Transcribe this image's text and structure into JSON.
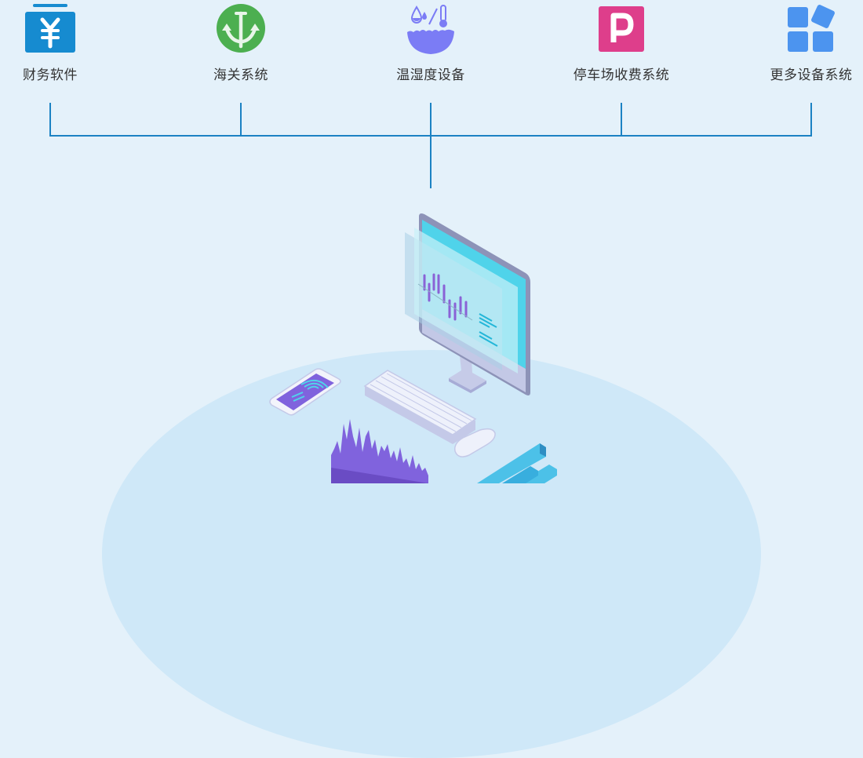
{
  "diagram": {
    "title": "",
    "nodes": [
      {
        "label": "财务软件",
        "icon": "yen-wallet-icon",
        "color": "#168bd0"
      },
      {
        "label": "海关系统",
        "icon": "anchor-icon",
        "color": "#4caf50"
      },
      {
        "label": "温湿度设备",
        "icon": "humidity-thermometer-icon",
        "color": "#7b7cf5"
      },
      {
        "label": "停车场收费系统",
        "icon": "parking-icon",
        "color": "#de3e8b"
      },
      {
        "label": "更多设备系统",
        "icon": "more-apps-icon",
        "color": "#4c94ef"
      }
    ],
    "connector_color": "#1b82c3",
    "hub": {
      "label": "",
      "illustration": "computer-workstation-illustration"
    }
  }
}
